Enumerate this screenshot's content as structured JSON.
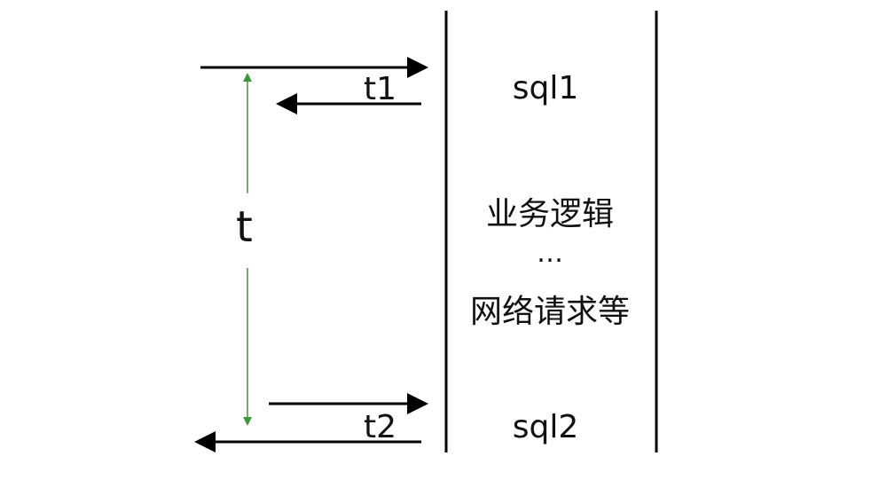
{
  "labels": {
    "t1": "t1",
    "t2": "t2",
    "t": "t",
    "sql1": "sql1",
    "sql2": "sql2",
    "business_logic": "业务逻辑",
    "ellipsis": "…",
    "network_requests": "网络请求等"
  },
  "colors": {
    "arrow": "#000000",
    "interval": "#3a9a3a",
    "text": "#111111"
  }
}
